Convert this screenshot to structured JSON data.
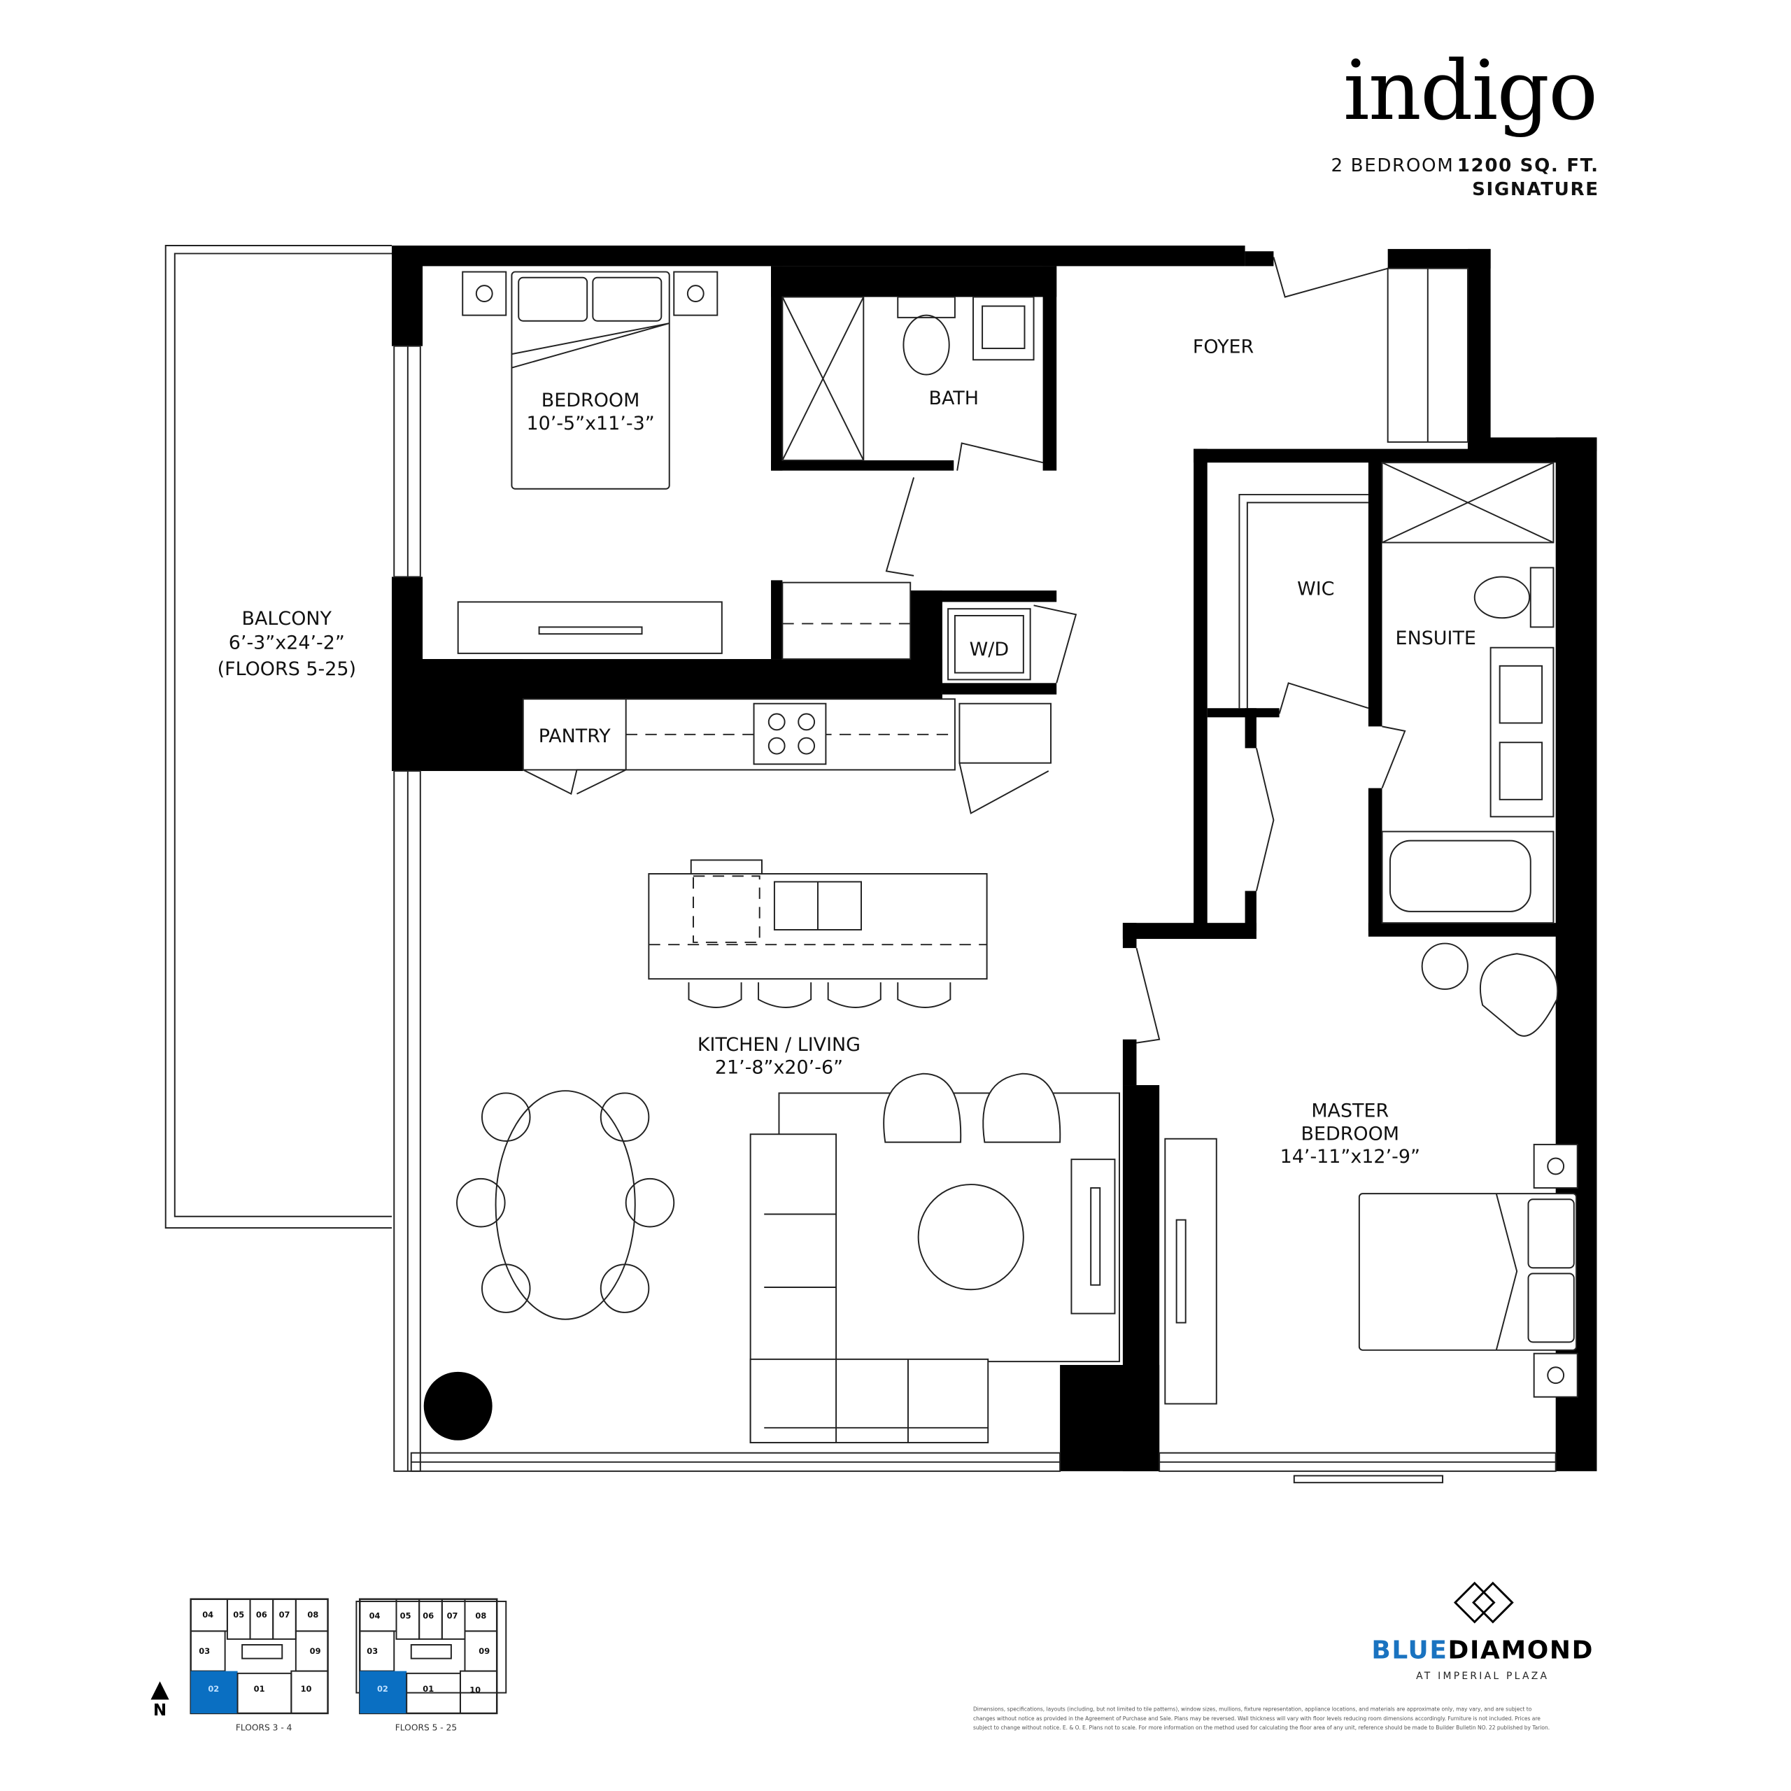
{
  "header": {
    "title": "indigo",
    "bedrooms": "2 BEDROOM",
    "area": "1200 SQ. FT.",
    "collection": "SIGNATURE"
  },
  "rooms": {
    "bedroom": {
      "name": "BEDROOM",
      "size": "10’-5”x11’-3”"
    },
    "bath": {
      "name": "BATH"
    },
    "foyer": {
      "name": "FOYER"
    },
    "wic": {
      "name": "WIC"
    },
    "ensuite": {
      "name": "ENSUITE"
    },
    "wd": {
      "name": "W/D"
    },
    "pantry": {
      "name": "PANTRY"
    },
    "balcony": {
      "name": "BALCONY",
      "size": "6’-3”x24’-2”",
      "note": "(FLOORS 5-25)"
    },
    "kitchen_living": {
      "name": "KITCHEN / LIVING",
      "size": "21’-8”x20’-6”"
    },
    "master": {
      "name": "MASTER",
      "name2": "BEDROOM",
      "size": "14’-11”x12’-9”"
    }
  },
  "key_plans": [
    {
      "label": "FLOORS 3 - 4",
      "units": [
        "04",
        "05",
        "06",
        "07",
        "08",
        "03",
        "09",
        "02",
        "01",
        "10"
      ],
      "highlight": "02"
    },
    {
      "label": "FLOORS 5 - 25",
      "units": [
        "04",
        "05",
        "06",
        "07",
        "08",
        "03",
        "09",
        "02",
        "01",
        "10"
      ],
      "highlight": "02"
    }
  ],
  "north_label": "N",
  "brand": {
    "part1": "BLUE",
    "part2": "DIAMOND",
    "tagline": "AT IMPERIAL PLAZA",
    "color": "#1a73c0"
  },
  "highlight_color": "#0a6fc2",
  "disclaimer": [
    "Dimensions, specifications, layouts (including, but not limited to tile patterns), window sizes, mullions, fixture representation, appliance locations, and materials are approximate only, may vary, and are subject to",
    "changes without notice as provided in the Agreement of Purchase and Sale. Plans may be reversed. Wall thickness will vary with floor levels reducing room dimensions accordingly. Furniture is not included.  Prices are",
    "subject to change without notice. E. & O. E. Plans not to scale.  For more information on the method used for calculating the floor area of any unit, reference should be made to Builder Bulletin NO. 22 published by Tarion."
  ]
}
